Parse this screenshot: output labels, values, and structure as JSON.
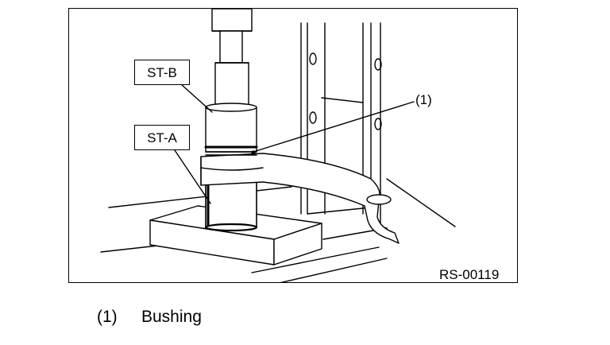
{
  "diagram": {
    "labels": {
      "st_b": "ST-B",
      "st_a": "ST-A",
      "callout_1": "(1)",
      "figure_id": "RS-00119"
    },
    "legend": [
      {
        "number": "(1)",
        "text": "Bushing"
      }
    ]
  }
}
